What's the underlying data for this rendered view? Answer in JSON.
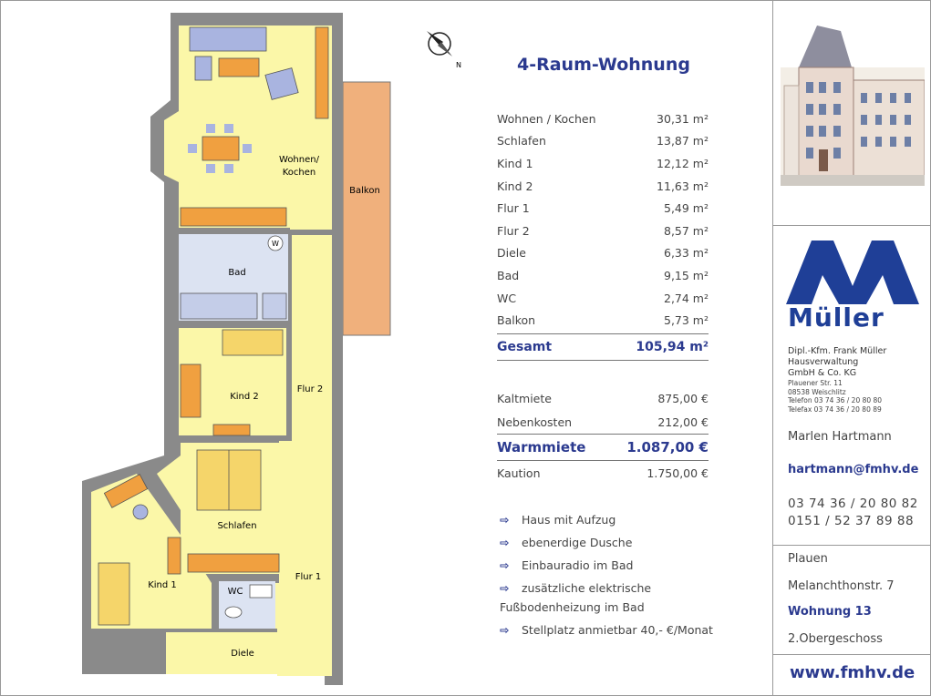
{
  "title": "4-Raum-Wohnung",
  "areas": [
    {
      "name": "Wohnen / Kochen",
      "value": "30,31 m²"
    },
    {
      "name": "Schlafen",
      "value": "13,87 m²"
    },
    {
      "name": "Kind 1",
      "value": "12,12 m²"
    },
    {
      "name": "Kind 2",
      "value": "11,63 m²"
    },
    {
      "name": "Flur 1",
      "value": "5,49 m²"
    },
    {
      "name": "Flur 2",
      "value": "8,57 m²"
    },
    {
      "name": "Diele",
      "value": "6,33 m²"
    },
    {
      "name": "Bad",
      "value": "9,15 m²"
    },
    {
      "name": "WC",
      "value": "2,74 m²"
    },
    {
      "name": "Balkon",
      "value": "5,73 m²"
    }
  ],
  "total": {
    "label": "Gesamt",
    "value": "105,94 m²"
  },
  "rent": {
    "kaltmiete_label": "Kaltmiete",
    "kaltmiete": "875,00 €",
    "nebenkosten_label": "Nebenkosten",
    "nebenkosten": "212,00 €",
    "warmmiete_label": "Warmmiete",
    "warmmiete": "1.087,00 €",
    "kaution_label": "Kaution",
    "kaution": "1.750,00 €"
  },
  "features": {
    "f1": "Haus mit Aufzug",
    "f2": "ebenerdige Dusche",
    "f3": "Einbauradio im Bad",
    "f4a": "zusätzliche elektrische",
    "f4b": "Fußbodenheizung im Bad",
    "f5": "Stellplatz anmietbar 40,- €/Monat"
  },
  "plan_labels": {
    "wohnen1": "Wohnen/",
    "wohnen2": "Kochen",
    "balkon": "Balkon",
    "bad": "Bad",
    "kind2": "Kind 2",
    "flur2": "Flur 2",
    "schlafen": "Schlafen",
    "kind1": "Kind 1",
    "wc": "WC",
    "flur1": "Flur 1",
    "diele": "Diele",
    "w": "W"
  },
  "company": {
    "logo": "Müller",
    "l1": "Dipl.-Kfm. Frank Müller",
    "l2": "Hausverwaltung",
    "l3": "GmbH & Co. KG",
    "s1": "Plauener Str. 11",
    "s2": "08538 Weischlitz",
    "s3": "Telefon  03 74 36 / 20 80 80",
    "s4": "Telefax 03 74 36 / 20 80 89"
  },
  "contact": {
    "name": "Marlen Hartmann",
    "email": "hartmann@fmhv.de",
    "phone1": "03 74 36 / 20 80 82",
    "phone2": "0151 / 52 37 89 88"
  },
  "location": {
    "city": "Plauen",
    "street": "Melanchthonstr. 7",
    "unit": "Wohnung 13",
    "floor": "2.Obergeschoss"
  },
  "website": "www.fmhv.de",
  "colors": {
    "accent": "#2b3a8f",
    "room": "#fbf7a8",
    "bath": "#dce3f2",
    "balcony": "#f0b07c",
    "wall": "#8a8a8a"
  }
}
